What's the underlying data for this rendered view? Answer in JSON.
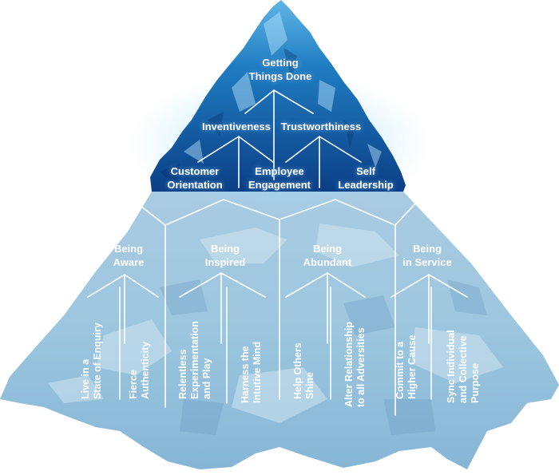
{
  "summit": {
    "title_line1": "Getting",
    "title_line2": "Things Done"
  },
  "values": [
    {
      "line1": "Inventiveness",
      "line2": ""
    },
    {
      "line1": "Trustworthiness",
      "line2": ""
    },
    {
      "line1": "Customer",
      "line2": "Orientation"
    },
    {
      "line1": "Employee",
      "line2": "Engagement"
    },
    {
      "line1": "Self",
      "line2": "Leadership"
    }
  ],
  "pillars": [
    {
      "line1": "Being",
      "line2": "Aware",
      "traits": [
        {
          "line1": "Live in a",
          "line2": "State of Enquiry",
          "line3": ""
        },
        {
          "line1": "Fierce",
          "line2": "Authenticity",
          "line3": ""
        }
      ]
    },
    {
      "line1": "Being",
      "line2": "Inspired",
      "traits": [
        {
          "line1": "Relentless",
          "line2": "Experimentation",
          "line3": "and Play"
        },
        {
          "line1": "Harness the",
          "line2": "Intutive Mind",
          "line3": ""
        }
      ]
    },
    {
      "line1": "Being",
      "line2": "Abundant",
      "traits": [
        {
          "line1": "Help Others",
          "line2": "Shine",
          "line3": ""
        },
        {
          "line1": "Alter Relationship",
          "line2": "to all Adversities",
          "line3": ""
        }
      ]
    },
    {
      "line1": "Being",
      "line2": "in Service",
      "traits": [
        {
          "line1": "Commit to a",
          "line2": "Higher Cause",
          "line3": ""
        },
        {
          "line1": "Sync Individual",
          "line2": "and Collective",
          "line3": "Purpose"
        }
      ]
    }
  ],
  "colors": {
    "tip_dark": "#0a3f86",
    "tip_mid": "#1a79c0",
    "tip_light": "#6cc3ee",
    "base_light": "#b9d8ea",
    "base_mid": "#8fc0dc",
    "base_dark": "#6f9fc8",
    "lines": "#ffffff"
  }
}
